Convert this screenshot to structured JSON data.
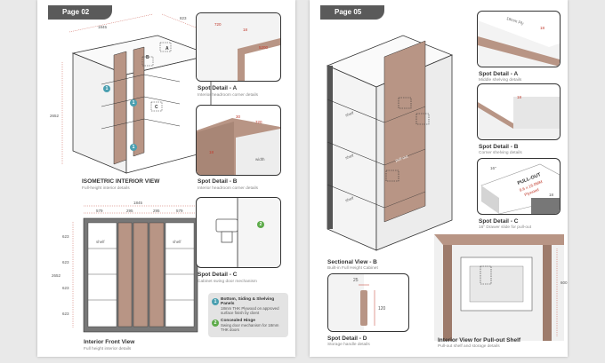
{
  "page_left": {
    "tab": "Page 02",
    "iso_title": "ISOMETRIC INTERIOR VIEW",
    "iso_sub": "Full-height interior details",
    "front_title": "Interior Front View",
    "front_sub": "Full height interior details",
    "dims": {
      "width": "1845",
      "depth": "823",
      "height": "2652",
      "front_w": "1845",
      "col_a": "579",
      "col_b": "295",
      "col_c": "295",
      "col_d": "579",
      "row1": "623",
      "row2": "623",
      "row3": "623",
      "row4": "623",
      "front_h": "2652"
    },
    "callouts": {
      "a": "A",
      "b": "B",
      "c": "C"
    },
    "shelf_label": "shelf",
    "detail_a": {
      "title": "Spot Detail - A",
      "sub": "Interior headroom corner details",
      "d1": "720",
      "d2": "18",
      "d3": "5200"
    },
    "detail_b": {
      "title": "Spot Detail - B",
      "sub": "Interior headroom corner details",
      "d1": "30",
      "d2": "720",
      "d3": "18",
      "d4": "width"
    },
    "detail_c": {
      "title": "Spot Detail - C",
      "sub": "Cabinet swing door mechanism",
      "num": "2"
    },
    "legend": [
      {
        "num": "1",
        "title": "Bottom, Siding & Shelving Panels",
        "text": "18mm THK Plywood on approved surface finish by client"
      },
      {
        "num": "2",
        "title": "Concealed Hinge",
        "text": "Swing door mechanism for 18mm THK doors"
      }
    ]
  },
  "page_right": {
    "tab": "Page 05",
    "section_title": "Sectional View - B",
    "section_sub": "Built-in Full Height Cabinet",
    "shelf_label": "shelf",
    "pullout_label": "pull-out",
    "detail_a": {
      "title": "Spot Detail - A",
      "sub": "Middle shelving details",
      "d1": "18mm Ply",
      "d2": "18"
    },
    "detail_b": {
      "title": "Spot Detail - B",
      "sub": "Corner shelving details",
      "d1": "18"
    },
    "detail_c": {
      "title": "Spot Detail - C",
      "sub": "16\" Drawer slide for pull-out",
      "line1": "PULL-OUT",
      "line2": "9.6 x 16.0MM",
      "line3": "Plywood",
      "d1": "16\"",
      "d2": "18"
    },
    "detail_d": {
      "title": "Spot Detail - D",
      "sub": "Storage handle details",
      "d1": "25",
      "d2": "120"
    },
    "interior_title": "Interior View for Pull-out Shelf",
    "interior_sub": "Pull-out shelf and storage details",
    "interior_dim": "600"
  },
  "colors": {
    "wood": "#b89585",
    "woodDark": "#9d7b6b",
    "accent": "#c0392b",
    "teal": "#4a9fb0",
    "green": "#5dab4a"
  }
}
